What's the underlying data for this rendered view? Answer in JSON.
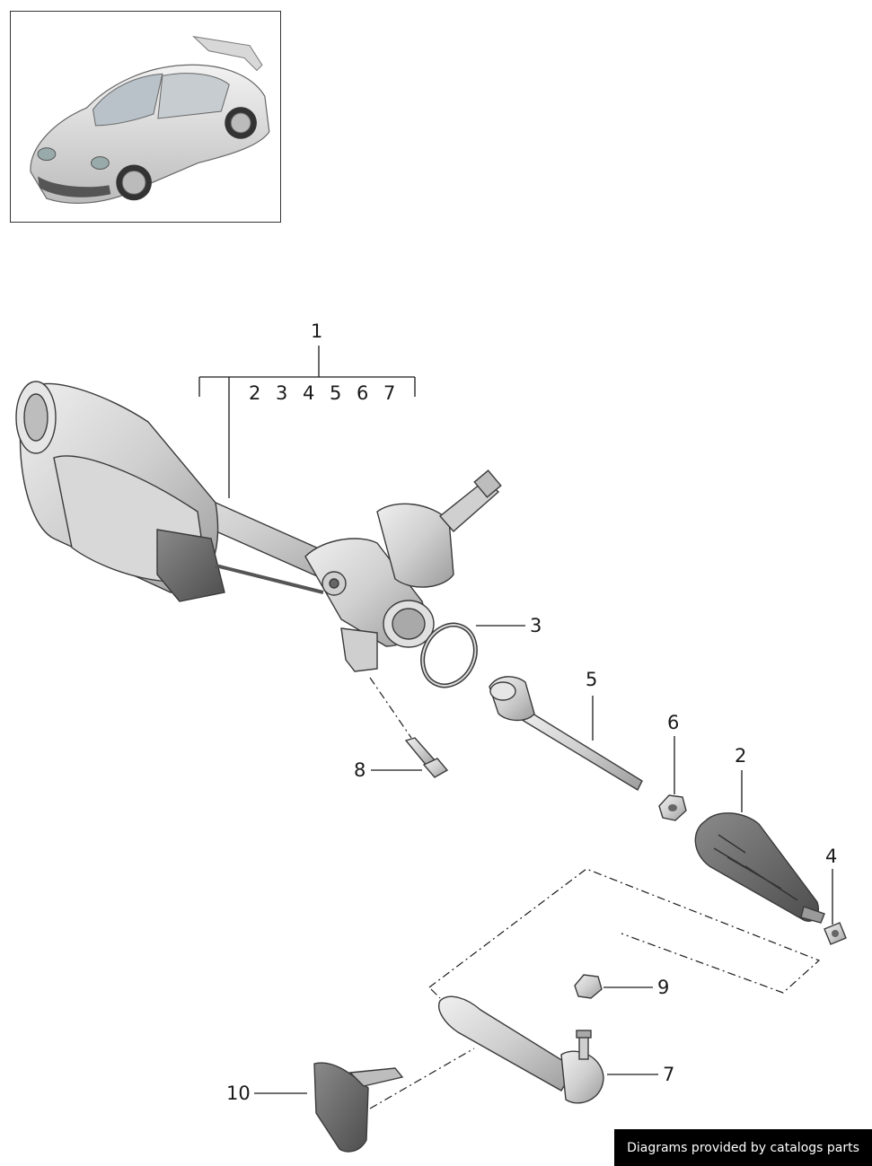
{
  "credit": "Diagrams provided by catalogs parts",
  "callouts": {
    "c1": "1",
    "c2": "2",
    "c3": "3",
    "c4": "4",
    "c5": "5",
    "c6": "6",
    "c7": "7",
    "c8": "8",
    "c9": "9",
    "c10": "10"
  },
  "kit_contents": [
    "2",
    "3",
    "4",
    "5",
    "6",
    "7"
  ],
  "colors": {
    "part_fill": "#d4d4d4",
    "part_dark": "#9a9a9a",
    "line": "#1a1a1a"
  }
}
